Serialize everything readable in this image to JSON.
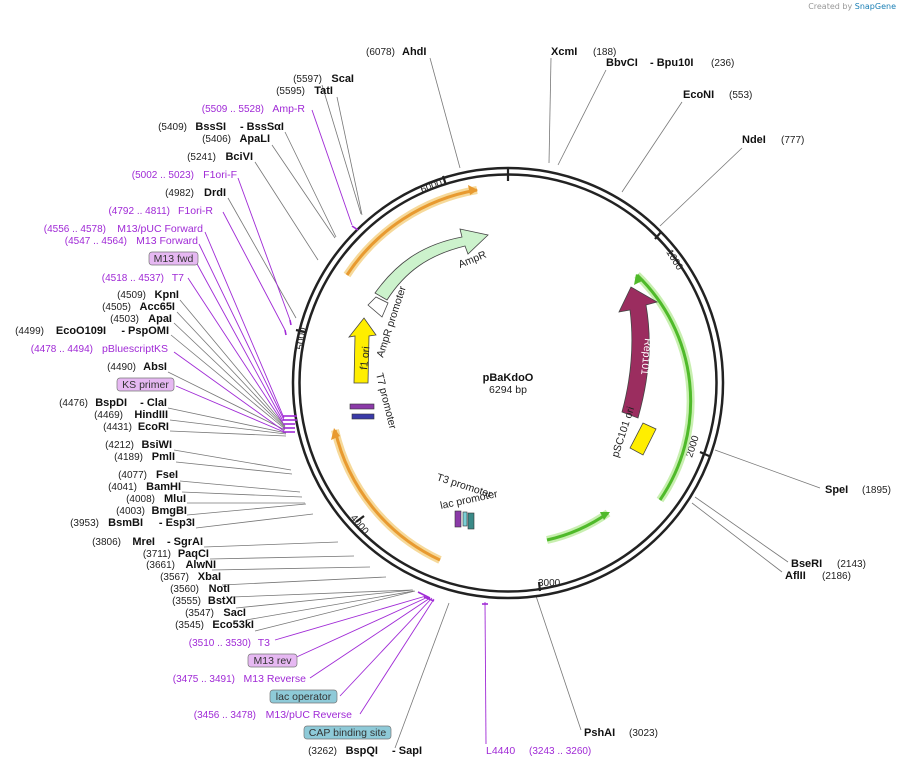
{
  "header": {
    "created_by": "Created by",
    "brand": "SnapGene"
  },
  "plasmid": {
    "name": "pBaKdoO",
    "size": "6294 bp"
  },
  "ticks": [
    "1000",
    "2000",
    "3000",
    "4000",
    "5000",
    "6000"
  ],
  "features": {
    "ampr": "AmpR",
    "ampr_promoter": "AmpR promoter",
    "f1_ori": "f1 ori",
    "t7_promoter": "T7 promoter",
    "t3_promoter": "T3 promoter",
    "lac_promoter": "lac promoter",
    "rep101": "Rep101",
    "psc101_ori": "pSC101 ori"
  },
  "colors": {
    "ampr": "#ccf2cc",
    "f1": "#ffee00",
    "rep": "#9b2d5f",
    "orange": "#e89a30",
    "green": "#4fba2a",
    "primer": "#a02ad6",
    "boxPurple": "#e6b8f2",
    "boxBlue": "#8ecad8"
  },
  "enzymes": {
    "ahdi": {
      "pos": "(6078)",
      "name": "AhdI"
    },
    "xcmi": {
      "pos": "(188)",
      "name": "XcmI"
    },
    "bbvci": {
      "name": "BbvCI",
      "name2": "- Bpu10I",
      "pos": "(236)"
    },
    "econi": {
      "name": "EcoNI",
      "pos": "(553)"
    },
    "ndei": {
      "name": "NdeI",
      "pos": "(777)"
    },
    "scai": {
      "pos": "(5597)",
      "name": "ScaI"
    },
    "tati": {
      "pos": "(5595)",
      "name": "TatI"
    },
    "bsssi": {
      "pos": "(5409)",
      "name": "BssSI",
      "name2": "- BssSαI"
    },
    "apali": {
      "pos": "(5406)",
      "name": "ApaLI"
    },
    "bcivi": {
      "pos": "(5241)",
      "name": "BciVI"
    },
    "drdi": {
      "pos": "(4982)",
      "name": "DrdI"
    },
    "kpni": {
      "pos": "(4509)",
      "name": "KpnI"
    },
    "acc65i": {
      "pos": "(4505)",
      "name": "Acc65I"
    },
    "apai": {
      "pos": "(4503)",
      "name": "ApaI"
    },
    "ecoo109i": {
      "pos": "(4499)",
      "name": "EcoO109I",
      "name2": "- PspOMI"
    },
    "absi": {
      "pos": "(4490)",
      "name": "AbsI"
    },
    "bspdi": {
      "pos": "(4476)",
      "name": "BspDI",
      "name2": "- ClaI"
    },
    "hindiii": {
      "pos": "(4469)",
      "name": "HindIII"
    },
    "ecori": {
      "pos": "(4431)",
      "name": "EcoRI"
    },
    "bsiwi": {
      "pos": "(4212)",
      "name": "BsiWI"
    },
    "pmli": {
      "pos": "(4189)",
      "name": "PmlI"
    },
    "fsei": {
      "pos": "(4077)",
      "name": "FseI"
    },
    "bamhi": {
      "pos": "(4041)",
      "name": "BamHI"
    },
    "mlui": {
      "pos": "(4008)",
      "name": "MluI"
    },
    "bmgbi": {
      "pos": "(4003)",
      "name": "BmgBI"
    },
    "bsmbi": {
      "pos": "(3953)",
      "name": "BsmBI",
      "name2": "- Esp3I"
    },
    "mrei": {
      "pos": "(3806)",
      "name": "MreI",
      "name2": "- SgrAI"
    },
    "paqci": {
      "pos": "(3711)",
      "name": "PaqCI"
    },
    "alwni": {
      "pos": "(3661)",
      "name": "AlwNI"
    },
    "xbai": {
      "pos": "(3567)",
      "name": "XbaI"
    },
    "noti": {
      "pos": "(3560)",
      "name": "NotI"
    },
    "bstxi": {
      "pos": "(3555)",
      "name": "BstXI"
    },
    "saci": {
      "pos": "(3547)",
      "name": "SacI"
    },
    "eco53ki": {
      "pos": "(3545)",
      "name": "Eco53kI"
    },
    "bspqi": {
      "pos": "(3262)",
      "name": "BspQI",
      "name2": "- SapI"
    },
    "spei": {
      "name": "SpeI",
      "pos": "(1895)"
    },
    "bseri": {
      "name": "BseRI",
      "pos": "(2143)"
    },
    "aflii": {
      "name": "AflII",
      "pos": "(2186)"
    },
    "pshai": {
      "name": "PshAI",
      "pos": "(3023)"
    }
  },
  "primers": {
    "ampr_p": {
      "pos": "(5509 .. 5528)",
      "name": "Amp-R"
    },
    "f1orif": {
      "pos": "(5002 .. 5023)",
      "name": "F1ori-F"
    },
    "f1orir": {
      "pos": "(4792 .. 4811)",
      "name": "F1ori-R"
    },
    "m13puc": {
      "pos": "(4556 .. 4578)",
      "name": "M13/pUC Forward"
    },
    "m13f": {
      "pos": "(4547 .. 4564)",
      "name": "M13 Forward"
    },
    "m13fwd_box": "M13 fwd",
    "t7": {
      "pos": "(4518 .. 4537)",
      "name": "T7"
    },
    "pbluescript": {
      "pos": "(4478 .. 4494)",
      "name": "pBluescriptKS"
    },
    "ks_box": "KS primer",
    "t3": {
      "pos": "(3510 .. 3530)",
      "name": "T3"
    },
    "m13rev_box": "M13 rev",
    "m13r": {
      "pos": "(3475 .. 3491)",
      "name": "M13 Reverse"
    },
    "lacop_box": "lac operator",
    "m13pucr": {
      "pos": "(3456 .. 3478)",
      "name": "M13/pUC Reverse"
    },
    "cap_box": "CAP binding site",
    "l4440": {
      "name": "L4440",
      "pos": "(3243 .. 3260)"
    }
  }
}
